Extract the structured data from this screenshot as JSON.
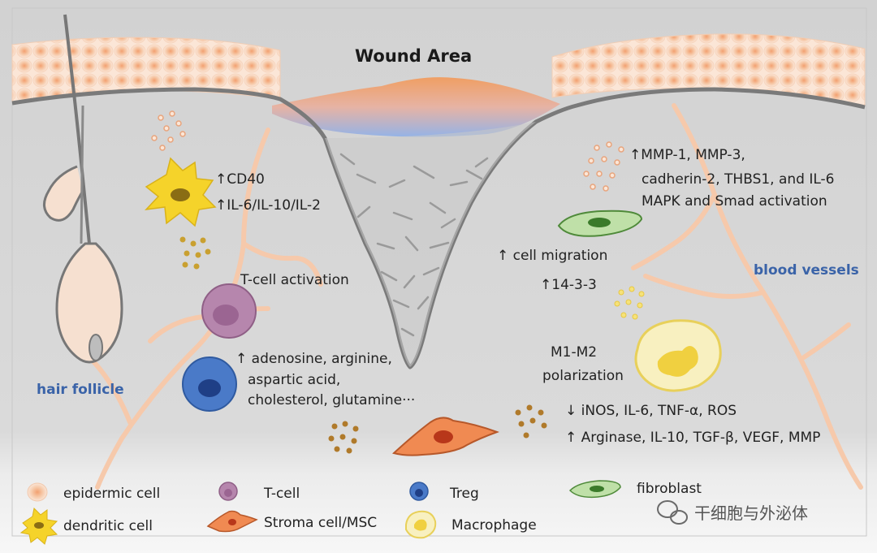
{
  "title": "Wound Area",
  "regions": {
    "hair_follicle": "hair follicle",
    "blood_vessels": "blood vessels"
  },
  "dendritic": {
    "line1": "CD40",
    "line2": "IL-6/IL-10/IL-2"
  },
  "tcell_activation": "T-cell activation",
  "treg_metabolites": {
    "line1": "adenosine, arginine,",
    "line2": "aspartic acid,",
    "line3": "cholesterol, glutamine···"
  },
  "fibroblast_effects": {
    "line1": "MMP-1, MMP-3,",
    "line2": "cadherin-2, THBS1, and IL-6",
    "line3": "MAPK and Smad activation"
  },
  "migration": {
    "line1": "cell migration",
    "line2": "14-3-3"
  },
  "macrophage": {
    "line1": "M1-M2",
    "line2": "polarization",
    "down": "iNOS, IL-6, TNF-α, ROS",
    "up": "Arginase, IL-10, TGF-β, VEGF, MMP"
  },
  "legend": {
    "epidermic": "epidermic cell",
    "dendritic": "dendritic cell",
    "tcell": "T-cell",
    "stroma": "Stroma cell/MSC",
    "treg": "Treg",
    "macrophage": "Macrophage",
    "fibroblast": "fibroblast"
  },
  "watermark": "干细胞与外泌体",
  "colors": {
    "background": "#d9d9d9",
    "epidermis": "#f7d9c4",
    "tcell": "#b686ad",
    "treg": "#3f6fc0",
    "stroma": "#f08a52",
    "macrophage": "#f3e9a6",
    "fibroblast": "#bfe0a8",
    "dendritic": "#f5d32a",
    "label_blue": "#3a63a8"
  },
  "arrows": {
    "up": "↑",
    "down": "↓"
  },
  "icons": [
    "arrow-up-icon",
    "arrow-down-icon",
    "wechat-icon"
  ]
}
